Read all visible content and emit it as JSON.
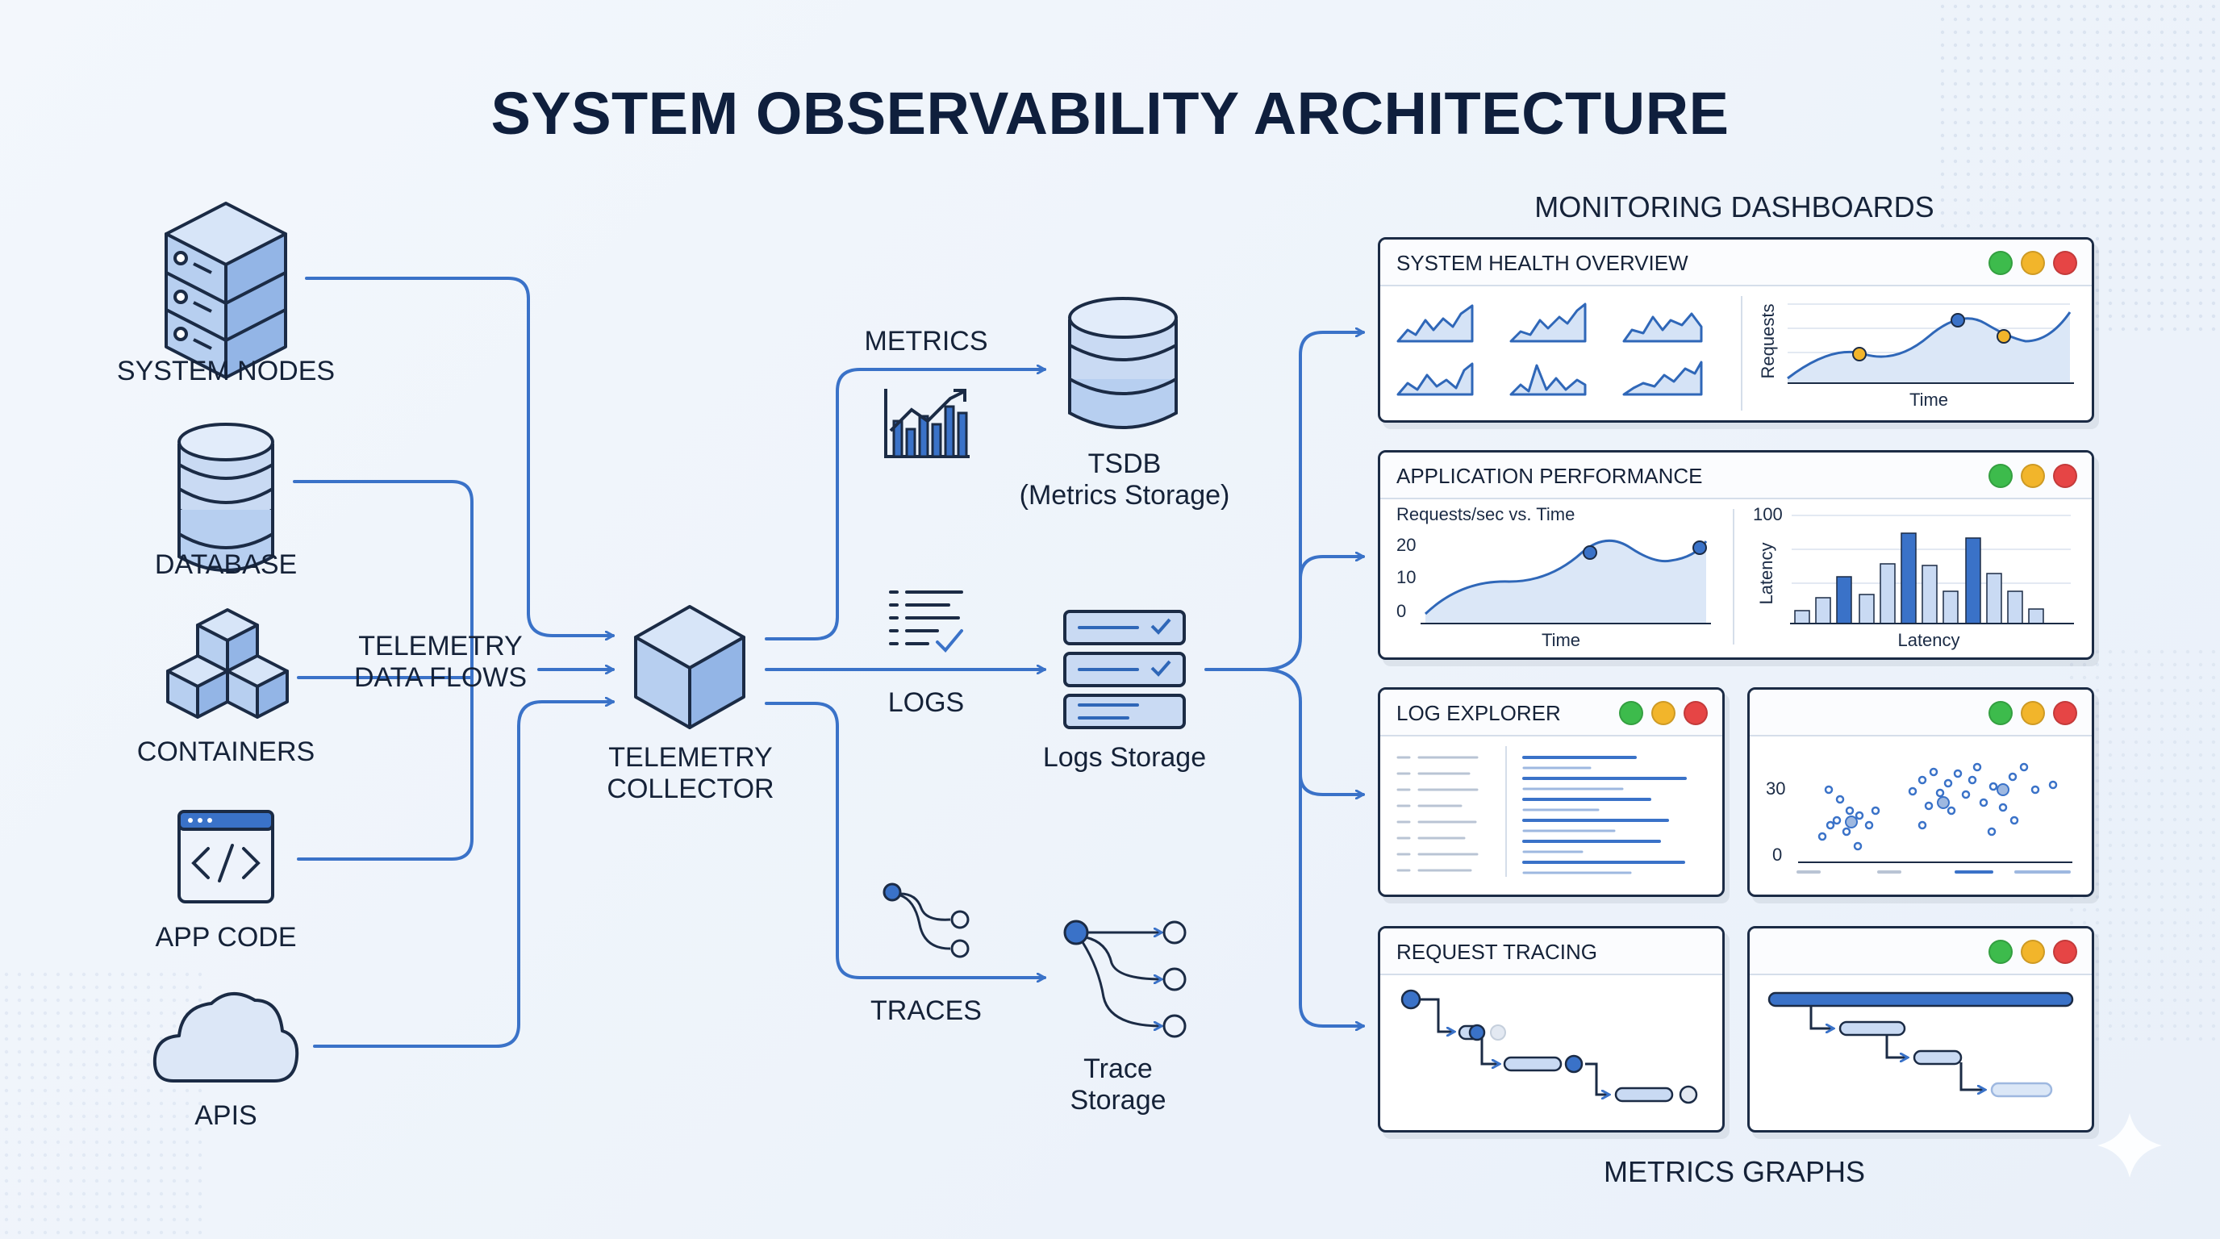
{
  "title": "SYSTEM OBSERVABILITY ARCHITECTURE",
  "sources": [
    {
      "label": "SYSTEM NODES",
      "icon": "server-stack-icon"
    },
    {
      "label": "DATABASE",
      "icon": "database-icon"
    },
    {
      "label": "CONTAINERS",
      "icon": "containers-icon"
    },
    {
      "label": "APP CODE",
      "icon": "code-window-icon"
    },
    {
      "label": "APIS",
      "icon": "cloud-icon"
    }
  ],
  "flows_label": "TELEMETRY\nDATA FLOWS",
  "collector": {
    "label": "TELEMETRY\nCOLLECTOR",
    "icon": "cube-icon"
  },
  "streams": [
    {
      "label": "METRICS",
      "icon": "bar-trend-icon"
    },
    {
      "label": "LOGS",
      "icon": "log-lines-icon"
    },
    {
      "label": "TRACES",
      "icon": "trace-branch-icon"
    }
  ],
  "storage": [
    {
      "label": "TSDB\n(Metrics Storage)",
      "icon": "database-icon"
    },
    {
      "label": "Logs Storage",
      "icon": "log-storage-icon"
    },
    {
      "label": "Trace\nStorage",
      "icon": "trace-tree-icon"
    }
  ],
  "dashboards_heading": "MONITORING DASHBOARDS",
  "graphs_heading": "METRICS GRAPHS",
  "panels": {
    "health": {
      "title": "SYSTEM HEALTH OVERVIEW",
      "ylabel": "Requests",
      "xlabel": "Time"
    },
    "performance": {
      "title": "APPLICATION PERFORMANCE",
      "line_title": "Requests/sec vs. Time",
      "line_ticks": [
        "20",
        "10",
        "0"
      ],
      "line_xlabel": "Time",
      "bar_top_tick": "100",
      "bar_ylabel": "Latency",
      "bar_xlabel": "Latency"
    },
    "logs": {
      "title": "LOG EXPLORER"
    },
    "scatter": {
      "ticks": [
        "30",
        "0"
      ]
    },
    "tracing": {
      "title": "REQUEST TRACING"
    }
  },
  "colors": {
    "accent": "#3a72c8",
    "line": "#2f67b8",
    "fill": "#c9daf3",
    "ink": "#1b2b45"
  }
}
